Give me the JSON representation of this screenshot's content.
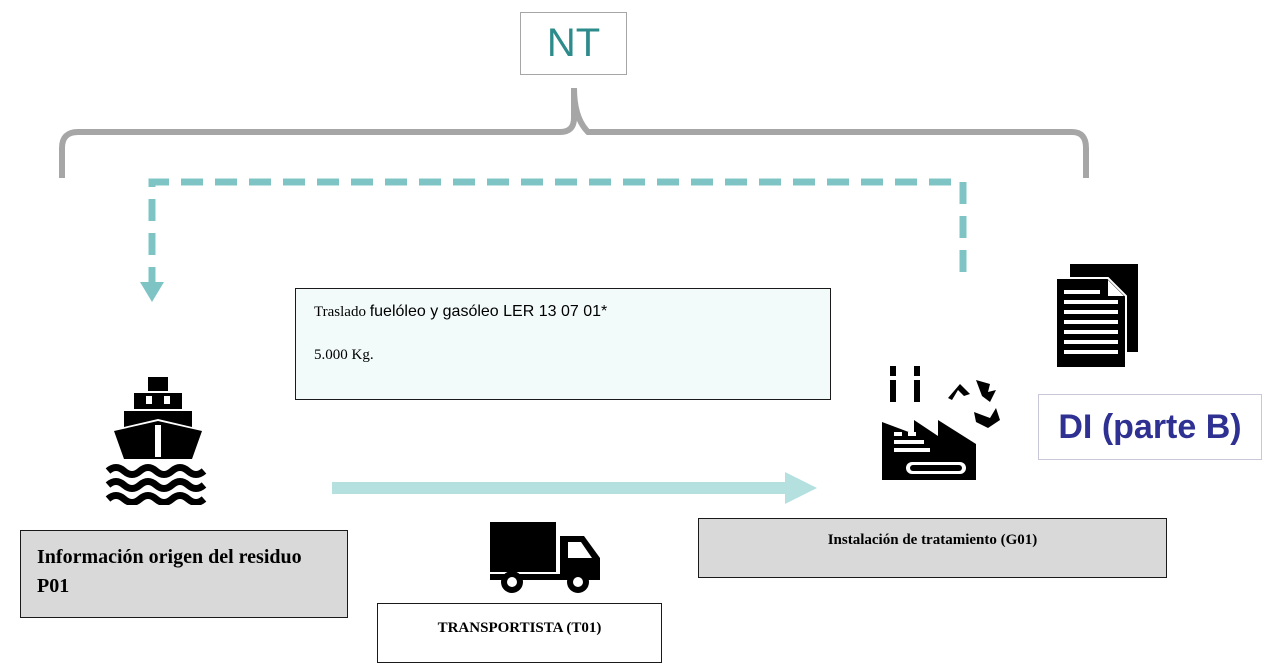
{
  "nt_label": "NT",
  "shipment": {
    "prefix": "Traslado",
    "waste": "fuelóleo y gasóleo  LER 13 07 01*",
    "quantity": "5.000 Kg."
  },
  "origin_label": "Información origen del residuo P01",
  "transporter_label": "TRANSPORTISTA (T01)",
  "treatment_label": "Instalación de tratamiento (G01)",
  "document_label": "DI (parte B)",
  "icons": [
    "ship-icon",
    "truck-icon",
    "factory-recycle-icon",
    "document-icon"
  ],
  "colors": {
    "nt_text": "#2e8b8b",
    "dashed_arrow": "#7fc4c4",
    "solid_arrow": "#b4e0e0",
    "bracket": "#a6a6a6",
    "di_text": "#2e3192",
    "label_box_fill": "#d9d9d9",
    "info_box_fill": "#f2fbfa"
  }
}
